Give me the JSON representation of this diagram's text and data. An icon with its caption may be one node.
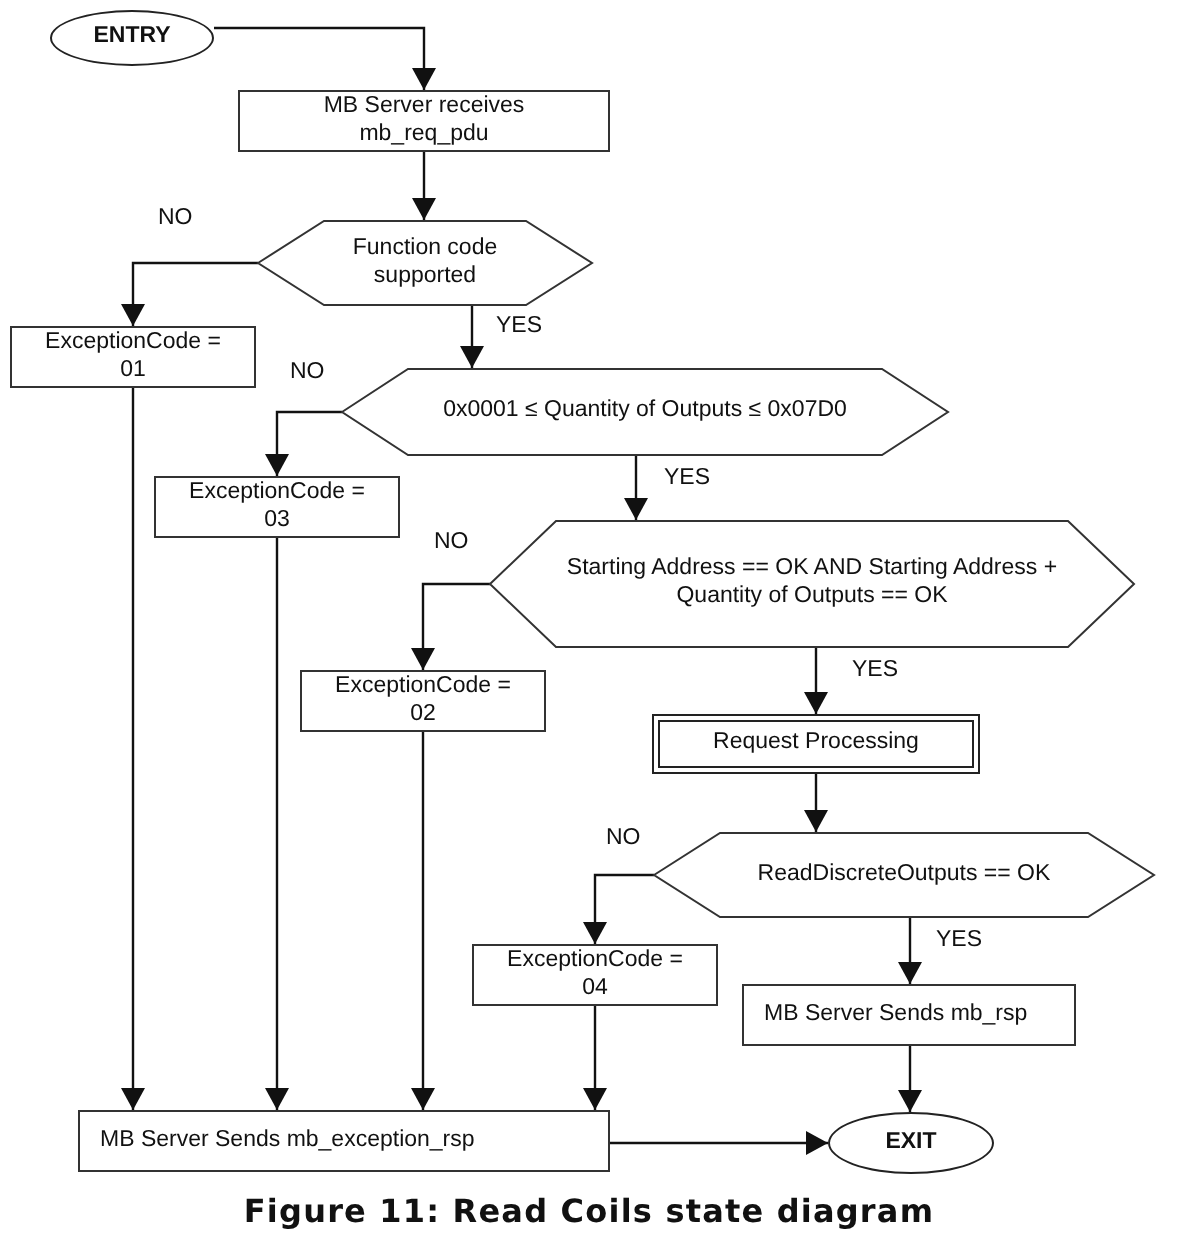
{
  "diagram": {
    "caption": "Figure 11: Read Coils state diagram",
    "nodes": [
      {
        "text": [
          "ENTRY"
        ]
      },
      {
        "text": [
          "MB Server receives mb_req_pdu"
        ]
      },
      {
        "text": [
          "Function code supported"
        ]
      },
      {
        "text": [
          "ExceptionCode = 01"
        ]
      },
      {
        "text": [
          "0x0001 ≤ Quantity of Outputs ≤ 0x07D0"
        ]
      },
      {
        "text": [
          "ExceptionCode = 03"
        ]
      },
      {
        "text": [
          "Starting Address == OK AND Starting Address + Quantity of Outputs == OK"
        ]
      },
      {
        "text": [
          "ExceptionCode = 02"
        ]
      },
      {
        "text": [
          "Request Processing"
        ]
      },
      {
        "text": [
          "ReadDiscreteOutputs == OK"
        ]
      },
      {
        "text": [
          "ExceptionCode = 04"
        ]
      },
      {
        "text": [
          "MB Server Sends mb_rsp"
        ]
      },
      {
        "text": [
          "MB Server Sends mb_exception_rsp"
        ]
      },
      {
        "text": [
          "EXIT"
        ]
      }
    ],
    "edges": [
      {
        "from": 0,
        "to": 1,
        "arrow": "to"
      },
      {
        "from": 1,
        "to": 2,
        "arrow": "to"
      },
      {
        "from": 2,
        "to": 3,
        "arrow": "to",
        "label": "NO"
      },
      {
        "from": 2,
        "to": 4,
        "arrow": "to",
        "label": "YES"
      },
      {
        "from": 4,
        "to": 5,
        "arrow": "to",
        "label": "NO"
      },
      {
        "from": 4,
        "to": 6,
        "arrow": "to",
        "label": "YES"
      },
      {
        "from": 6,
        "to": 7,
        "arrow": "to",
        "label": "NO"
      },
      {
        "from": 6,
        "to": 8,
        "arrow": "to",
        "label": "YES"
      },
      {
        "from": 8,
        "to": 9,
        "arrow": "to"
      },
      {
        "from": 9,
        "to": 10,
        "arrow": "to",
        "label": "NO"
      },
      {
        "from": 9,
        "to": 11,
        "arrow": "to",
        "label": "YES"
      },
      {
        "from": 3,
        "to": 12,
        "arrow": "to"
      },
      {
        "from": 5,
        "to": 12,
        "arrow": "to"
      },
      {
        "from": 7,
        "to": 12,
        "arrow": "to"
      },
      {
        "from": 10,
        "to": 12,
        "arrow": "to"
      },
      {
        "from": 11,
        "to": 13,
        "arrow": "to"
      },
      {
        "from": 12,
        "to": 13,
        "arrow": "to"
      }
    ]
  }
}
